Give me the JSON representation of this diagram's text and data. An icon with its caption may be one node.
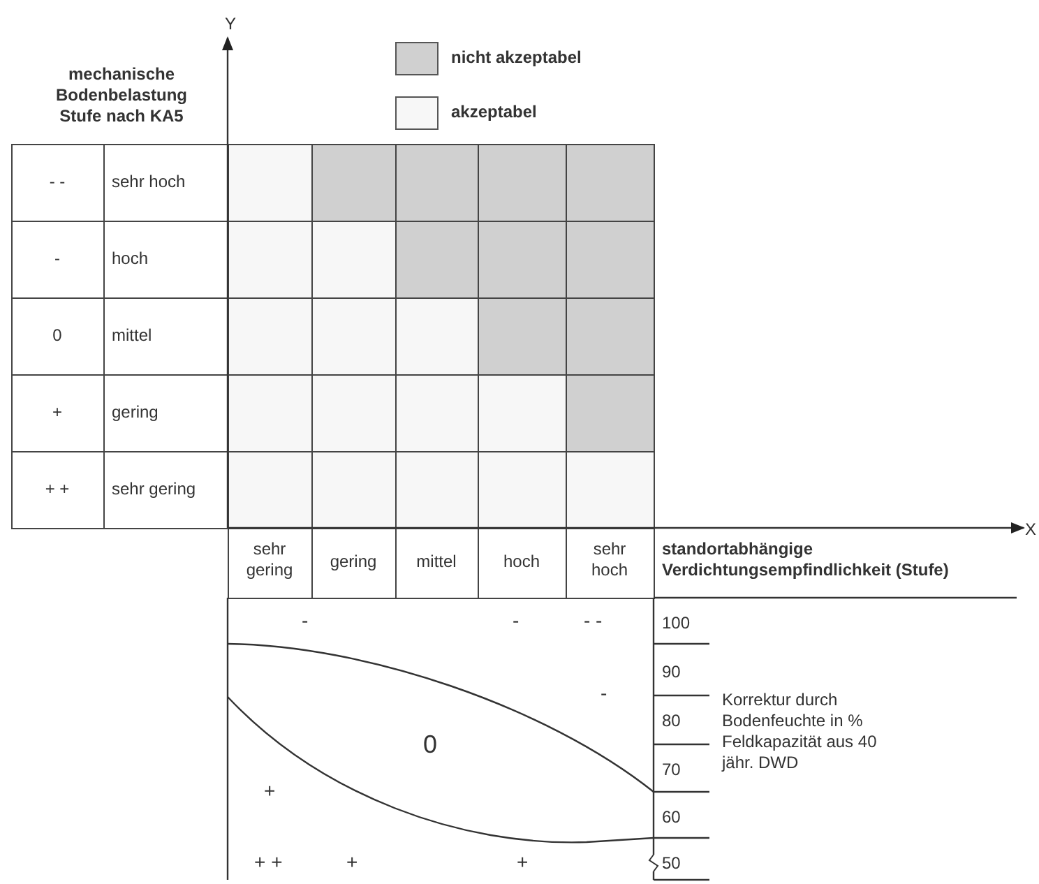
{
  "diagram": {
    "labels": [
      "Y",
      "mechanische Bodenbelastung Stufe nach KA5",
      "- -",
      "sehr hoch",
      "-",
      "hoch",
      "0",
      "mittel",
      "+",
      "gering",
      "+ +",
      "sehr gering",
      "X",
      "sehr gering",
      "gering",
      "mittel",
      "hoch",
      "sehr hoch",
      "standortabhängige Verdichtungsempfindlichkeit (Stufe)",
      "100",
      "90",
      "80",
      "70",
      "60",
      "50",
      "Korrektur durch Bodenfeuchte in % Feldkapazität aus 40 jähr. DWD",
      "-",
      "-",
      "- -",
      "-",
      "0",
      "+",
      "+ +",
      "+",
      "+"
    ],
    "legend": [
      {
        "text": "nicht akzeptabel",
        "color": "#d0d0d0"
      },
      {
        "text": "akzeptabel",
        "color": "#f7f7f7"
      }
    ]
  }
}
